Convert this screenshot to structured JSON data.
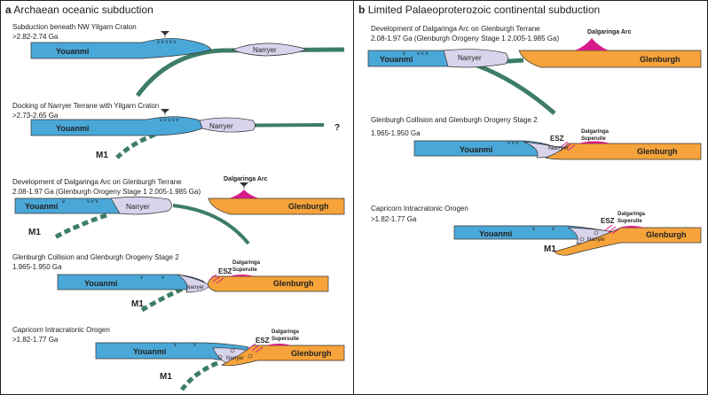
{
  "colors": {
    "youanmi": "#4aa8d8",
    "narryer": "#d8d4ec",
    "glenburgh": "#f5a33a",
    "slab": "#3c7d68",
    "arc": "#d81b8a",
    "outline": "#333333"
  },
  "panel_a": {
    "letter": "a",
    "title": "Archaean oceanic subduction",
    "stages": [
      {
        "line1": "Subduction beneath NW Yilgarn Craton",
        "line2": ">2.82-2.74 Ga"
      },
      {
        "line1": "Docking of Narryer Terrane with Yilgarn Craton",
        "line2": ">2.73-2.65 Ga"
      },
      {
        "line1": "Development of Dalgaringa Arc on Glenburgh Terrane",
        "line2": "2.08-1.97 Ga (Glenburgh Orogeny Stage 1  2.005-1.985 Ga)"
      },
      {
        "line1": "Glenburgh Collision and Glenburgh Orogeny Stage 2",
        "line2": "1.965-1.950 Ga"
      },
      {
        "line1": "Capricorn Intracratonic Orogen",
        "line2": ">1.82-1.77 Ga"
      }
    ]
  },
  "panel_b": {
    "letter": "b",
    "title": "Limited Palaeoproterozoic continental subduction",
    "stages": [
      {
        "line1": "Development of Dalgaringa Arc on Glenburgh Terrane",
        "line2": "2.08-1.97 Ga (Glenburgh Orogeny Stage 1  2.005-1.985 Ga)"
      },
      {
        "line1": "Glenburgh Collision and Glenburgh Orogeny Stage 2",
        "line2": "1.965-1.950 Ga"
      },
      {
        "line1": "Capricorn Intracratonic Orogen",
        "line2": ">1.82-1.77 Ga"
      }
    ]
  },
  "labels": {
    "youanmi": "Youanmi",
    "narryer": "Narryer",
    "glenburgh": "Glenburgh",
    "dalgaringa_arc": "Dalgaringa Arc",
    "dalgaringa": "Dalgaringa",
    "superuite": "Superuite",
    "supersuite": "Supersuite",
    "esz": "ESZ",
    "m1": "M1",
    "question": "?",
    "arc_marks": "v v v v v",
    "arc_marks_short": "v v v",
    "v": "v"
  }
}
